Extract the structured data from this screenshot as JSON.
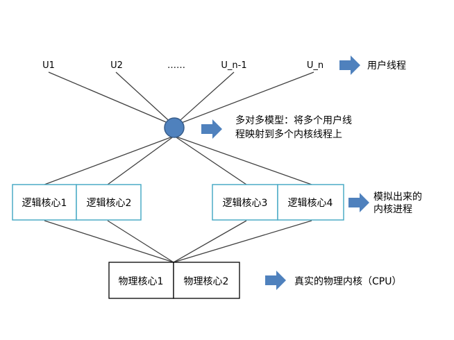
{
  "user_threads": {
    "items": [
      "U1",
      "U2",
      "……",
      "U_n-1",
      "U_n"
    ],
    "label": "用户线程"
  },
  "many_to_many": {
    "line1": "多对多模型：将多个用户线",
    "line2": "程映射到多个内核线程上"
  },
  "logical_cores": {
    "items": [
      "逻辑核心1",
      "逻辑核心2",
      "逻辑核心3",
      "逻辑核心4"
    ],
    "label_line1": "模拟出来的",
    "label_line2": "内核进程"
  },
  "physical_cores": {
    "items": [
      "物理核心1",
      "物理核心2"
    ],
    "label": "真实的物理内核（CPU）"
  },
  "colors": {
    "line": "#404040",
    "node_fill": "#4f81bd",
    "node_stroke": "#385d8a",
    "arrow": "#4f81bd",
    "logical_border": "#4bacc6",
    "physical_border": "#000000"
  }
}
